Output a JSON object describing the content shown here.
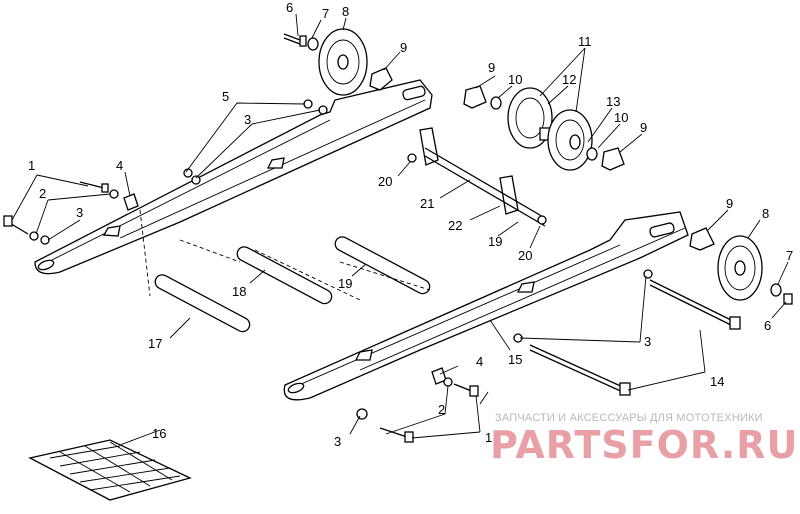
{
  "diagram": {
    "callouts": {
      "c1a": "1",
      "c1b": "1",
      "c2a": "2",
      "c2b": "2",
      "c3a": "3",
      "c3b": "3",
      "c3c": "3",
      "c3d": "3",
      "c4a": "4",
      "c4b": "4",
      "c5": "5",
      "c6a": "6",
      "c6b": "6",
      "c7a": "7",
      "c7b": "7",
      "c8a": "8",
      "c8b": "8",
      "c9a": "9",
      "c9b": "9",
      "c9c": "9",
      "c9d": "9",
      "c10a": "10",
      "c10b": "10",
      "c11": "11",
      "c12": "12",
      "c13": "13",
      "c14": "14",
      "c15": "15",
      "c16": "16",
      "c17": "17",
      "c18": "18",
      "c19a": "19",
      "c19b": "19",
      "c20a": "20",
      "c20b": "20",
      "c21": "21",
      "c22": "22"
    }
  },
  "watermark": {
    "tagline": "ЗАПЧАСТИ И АКСЕССУАРЫ ДЛЯ МОТОТЕХНИКИ",
    "logo": "PARTSFOR.RU"
  }
}
